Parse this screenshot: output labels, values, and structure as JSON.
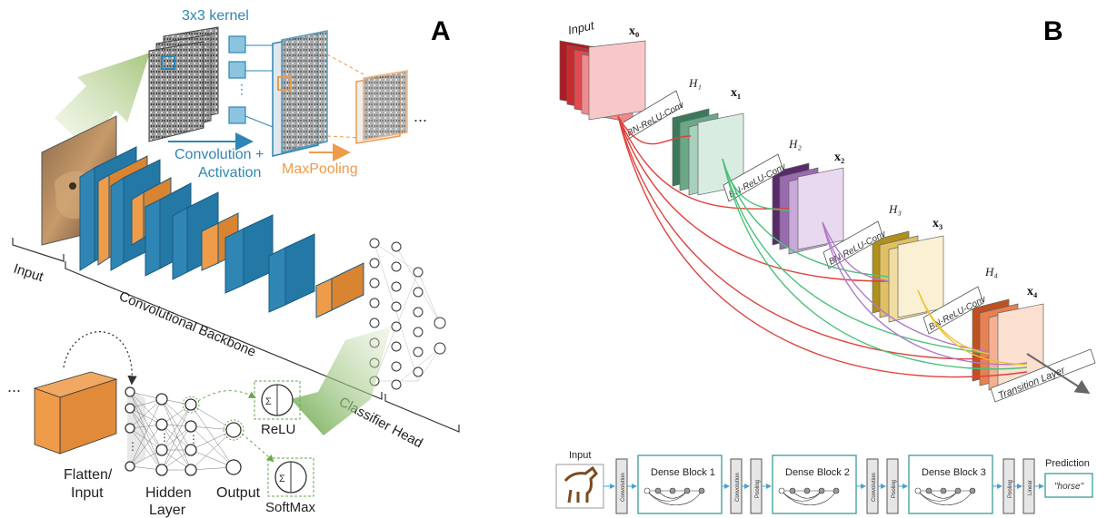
{
  "panel_a": {
    "letter": "A",
    "kernel": "3x3 kernel",
    "conv1": "Convolution +",
    "conv2": "Activation",
    "pool": "MaxPooling",
    "input": "Input",
    "backbone": "Convolutional Backbone",
    "classifier": "Classifier Head",
    "flatten1": "Flatten/",
    "flatten2": "Input",
    "hidden1": "Hidden",
    "hidden2": "Layer",
    "output": "Output",
    "relu": "ReLU",
    "softmax": "SoftMax",
    "ellipsis_top": "...",
    "ellipsis_left": "..."
  },
  "panel_b": {
    "letter": "B",
    "input": "Input",
    "x0": "x₀",
    "x1": "x₁",
    "x2": "x₂",
    "x3": "x₃",
    "x4": "x₄",
    "h1": "H₁",
    "h2": "H₂",
    "h3": "H₃",
    "h4": "H₄",
    "bn": "BN-ReLU-Conv",
    "transition": "Transition Layer"
  },
  "panel_b_pipeline": {
    "input": "Input",
    "prediction": "Prediction",
    "prediction_value": "\"horse\"",
    "convolution": "Convolution",
    "pooling": "Pooling",
    "linear": "Linear",
    "block1": "Dense Block 1",
    "block2": "Dense Block 2",
    "block3": "Dense Block 3"
  },
  "colors": {
    "conv_blue": "#2f86b4",
    "pool_orange": "#ee9b4a",
    "edge_red": "#e0403a",
    "edge_green": "#4ac27a",
    "edge_purple": "#b07ac8",
    "edge_yellow": "#f0c030",
    "block_teal": "#3a9c98"
  }
}
